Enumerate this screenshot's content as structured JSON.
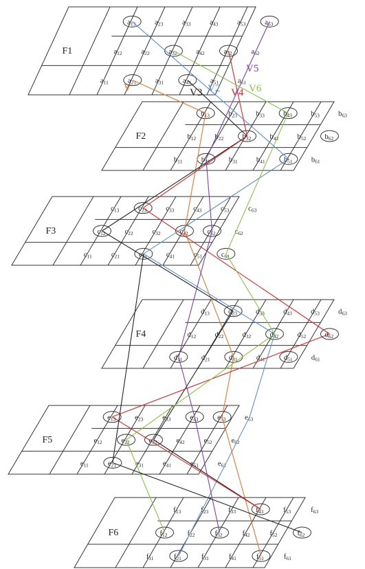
{
  "planes": [
    {
      "id": "F1",
      "label": "F1",
      "letter": "a",
      "rows": [
        [
          "13",
          "23",
          "33",
          "43",
          "53",
          "63"
        ],
        [
          "12",
          "22",
          "32",
          "42",
          "52",
          "62"
        ],
        [
          "11",
          "21",
          "31",
          "41",
          "51",
          "61"
        ]
      ]
    },
    {
      "id": "F2",
      "label": "F2",
      "letter": "b",
      "rows": [
        [
          "13",
          "23",
          "33",
          "43",
          "53",
          "63"
        ],
        [
          "12",
          "22",
          "32",
          "42",
          "52",
          "62"
        ],
        [
          "11",
          "21",
          "31",
          "41",
          "51",
          "61"
        ]
      ]
    },
    {
      "id": "F3",
      "label": "F3",
      "letter": "c",
      "rows": [
        [
          "13",
          "23",
          "33",
          "43",
          "53",
          "63"
        ],
        [
          "12",
          "22",
          "32",
          "42",
          "52",
          "62"
        ],
        [
          "11",
          "21",
          "31",
          "41",
          "51",
          "61"
        ]
      ]
    },
    {
      "id": "F4",
      "label": "F4",
      "letter": "d",
      "rows": [
        [
          "13",
          "23",
          "33",
          "43",
          "53",
          "63"
        ],
        [
          "12",
          "22",
          "32",
          "42",
          "52",
          "62"
        ],
        [
          "11",
          "21",
          "31",
          "41",
          "51",
          "61"
        ]
      ]
    },
    {
      "id": "F5",
      "label": "F5",
      "letter": "e",
      "rows": [
        [
          "13",
          "23",
          "33",
          "43",
          "53",
          "63"
        ],
        [
          "12",
          "22",
          "32",
          "42",
          "52",
          "62"
        ],
        [
          "11",
          "21",
          "31",
          "41",
          "51",
          "61"
        ]
      ]
    },
    {
      "id": "F6",
      "label": "F6",
      "letter": "f",
      "rows": [
        [
          "13",
          "23",
          "33",
          "43",
          "53",
          "63"
        ],
        [
          "12",
          "22",
          "32",
          "42",
          "52",
          "62"
        ],
        [
          "11",
          "21",
          "31",
          "41",
          "51",
          "61"
        ]
      ]
    }
  ],
  "paths": [
    {
      "label": "V",
      "color": "#e8742a",
      "nodes": [
        "a21",
        "b13",
        "c42",
        "d31",
        "e53",
        "f51"
      ]
    },
    {
      "label": "V2",
      "color": "#5b8fd6",
      "nodes": [
        "a13",
        "b51",
        "c31",
        "d42",
        "e63",
        "f21"
      ]
    },
    {
      "label": "V3",
      "color": "#222222",
      "nodes": [
        "a41",
        "b32",
        "c12",
        "d23",
        "e32",
        "f43"
      ]
    },
    {
      "label": "V4",
      "color": "#e02424",
      "nodes": [
        "a52",
        "b32",
        "c23",
        "d62",
        "e13",
        "f43"
      ]
    },
    {
      "label": "V5",
      "color": "#7a3fb0",
      "nodes": [
        "a63",
        "b21",
        "c52",
        "d11",
        "e43",
        "f32"
      ]
    },
    {
      "label": "V6",
      "color": "#86c440",
      "nodes": [
        "a32",
        "b43",
        "c61",
        "d42",
        "e22",
        "f12"
      ]
    },
    {
      "label": "",
      "color": "#222222",
      "nodes": [
        "c31",
        "e21",
        "f62"
      ]
    }
  ],
  "highlighted": {
    "F1": [
      "a13",
      "a63",
      "a32",
      "a52",
      "a21",
      "a41"
    ],
    "F2": [
      "b13",
      "b43",
      "b62",
      "b32",
      "b21",
      "b51"
    ],
    "F3": [
      "c23",
      "c12",
      "c42",
      "c52",
      "c31",
      "c61"
    ],
    "F4": [
      "d23",
      "d42",
      "d62",
      "d11",
      "d31",
      "d51"
    ],
    "F5": [
      "e13",
      "e22",
      "e32",
      "e43",
      "e53",
      "e21"
    ],
    "F6": [
      "f43",
      "f12",
      "f32",
      "f62",
      "f21",
      "f51"
    ]
  }
}
